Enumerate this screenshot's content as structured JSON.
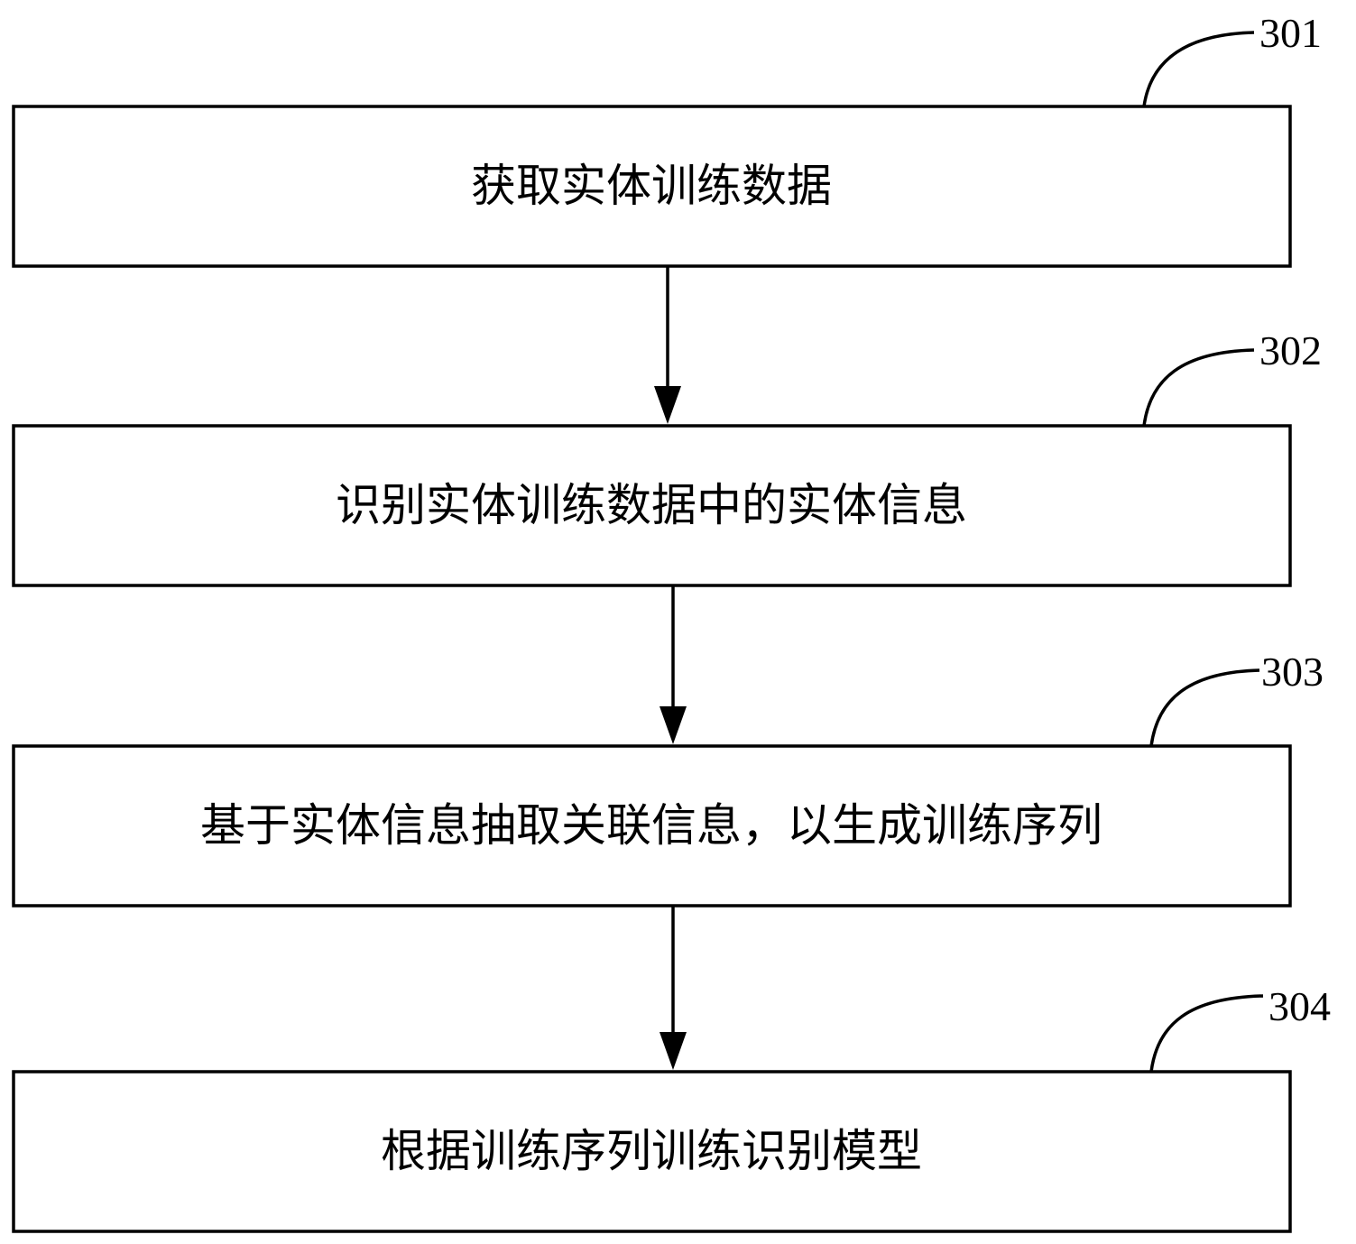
{
  "steps": [
    {
      "id": "301",
      "label": "获取实体训练数据"
    },
    {
      "id": "302",
      "label": "识别实体训练数据中的实体信息"
    },
    {
      "id": "303",
      "label": "基于实体信息抽取关联信息，以生成训练序列"
    },
    {
      "id": "304",
      "label": "根据训练序列训练识别模型"
    }
  ]
}
